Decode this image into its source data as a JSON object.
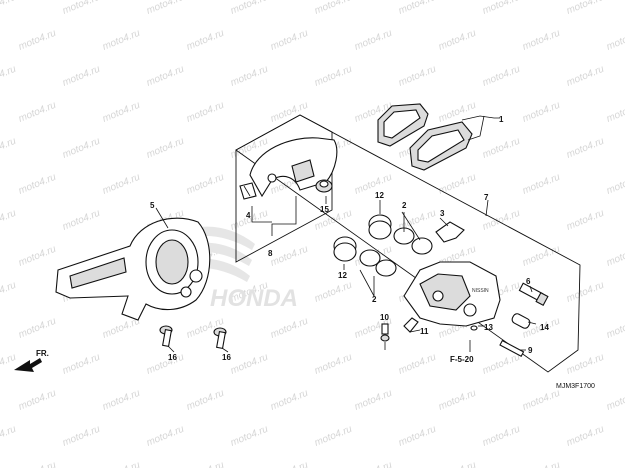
{
  "watermark": "moto4.ru",
  "callouts": {
    "c1": "1",
    "c2a": "2",
    "c2b": "2",
    "c3": "3",
    "c4": "4",
    "c5": "5",
    "c6": "6",
    "c7": "7",
    "c8": "8",
    "c9": "9",
    "c10": "10",
    "c11": "11",
    "c12a": "12",
    "c12b": "12",
    "c13": "13",
    "c14": "14",
    "c15": "15",
    "c16a": "16",
    "c16b": "16"
  },
  "reference": "F-5-20",
  "direction_label": "FR.",
  "diagram_code": "MJM3F1700",
  "emblem_text": "HONDA",
  "caliper_marking": "NISSIN"
}
